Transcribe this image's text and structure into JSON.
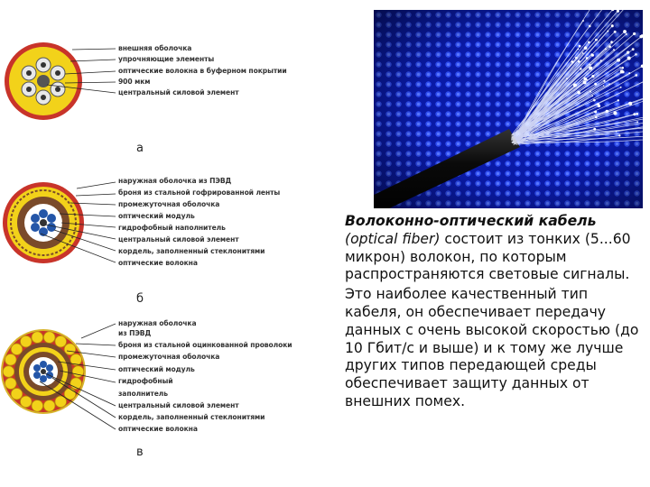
{
  "diagram_a": {
    "letter": "а",
    "labels": [
      "внешняя оболочка",
      "упрочняющие элементы",
      "оптические волокна в буферном покрытии",
      "900 мкм",
      "центральный силовой элемент"
    ]
  },
  "diagram_b": {
    "letter": "б",
    "labels": [
      "наружная оболочка из ПЭВД",
      "броня из стальной гофрированной ленты",
      "промежуточная оболочка",
      "оптический модуль",
      "гидрофобный наполнитель",
      "центральный силовой элемент",
      "кордель, заполненный стеклонитями",
      "оптические волокна"
    ]
  },
  "diagram_c": {
    "letter": "в",
    "labels": [
      "наружная оболочка",
      "из ПЭВД",
      "броня из стальной оцинкованной проволоки",
      "промежуточная оболочка",
      "оптический модуль",
      "гидрофобный",
      "заполнитель",
      "центральный силовой элемент",
      "кордель, заполненный стеклонитями",
      "оптические волокна"
    ]
  },
  "text": {
    "term": "Волоконно-оптический кабель",
    "term_en": "(optical fiber)",
    "sentence1_rest": " состоит из тонких (5...60 микрон) волокон, по которым распространяются световые сигналы.",
    "sentence2": "Это наиболее качественный тип кабеля, он обеспечивает передачу данных с очень высокой скоростью (до 10 Гбит/с и выше) и к тому же лучше других типов передающей среды обеспечивает защиту данных от внешних помех."
  },
  "colors": {
    "jacket_red": "#c8342a",
    "yellow": "#f2d21a",
    "brown": "#7a4a2a",
    "module_blue": "#2456a8",
    "photo_blue": "#1a2fd0"
  }
}
